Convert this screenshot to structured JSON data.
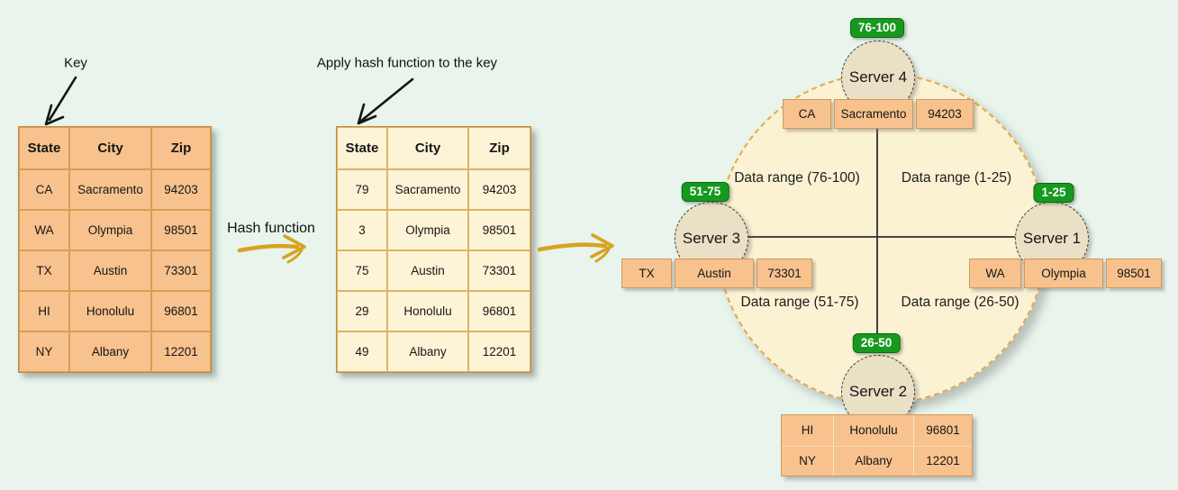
{
  "title_labels": {
    "key": "Key",
    "apply_hash": "Apply hash function to the key",
    "hash_function": "Hash function"
  },
  "key_table": {
    "headers": [
      "State",
      "City",
      "Zip"
    ],
    "rows": [
      [
        "CA",
        "Sacramento",
        "94203"
      ],
      [
        "WA",
        "Olympia",
        "98501"
      ],
      [
        "TX",
        "Austin",
        "73301"
      ],
      [
        "HI",
        "Honolulu",
        "96801"
      ],
      [
        "NY",
        "Albany",
        "12201"
      ]
    ]
  },
  "hashed_table": {
    "headers": [
      "State",
      "City",
      "Zip"
    ],
    "rows": [
      [
        "79",
        "Sacramento",
        "94203"
      ],
      [
        "3",
        "Olympia",
        "98501"
      ],
      [
        "75",
        "Austin",
        "73301"
      ],
      [
        "29",
        "Honolulu",
        "96801"
      ],
      [
        "49",
        "Albany",
        "12201"
      ]
    ]
  },
  "ring": {
    "quadrants": {
      "top_left": "Data range (76-100)",
      "top_right": "Data range (1-25)",
      "bottom_left": "Data range (51-75)",
      "bottom_right": "Data range (26-50)"
    },
    "server4": {
      "name": "Server 4",
      "range": "76-100",
      "record": [
        "CA",
        "Sacramento",
        "94203"
      ]
    },
    "server1": {
      "name": "Server 1",
      "range": "1-25",
      "record": [
        "WA",
        "Olympia",
        "98501"
      ]
    },
    "server3": {
      "name": "Server 3",
      "range": "51-75",
      "record": [
        "TX",
        "Austin",
        "73301"
      ]
    },
    "server2": {
      "name": "Server 2",
      "range": "26-50",
      "records": [
        [
          "HI",
          "Honolulu",
          "96801"
        ],
        [
          "NY",
          "Albany",
          "12201"
        ]
      ]
    }
  },
  "colors": {
    "background": "#e8f4ec",
    "table_orange": "#f7c28e",
    "table_cream": "#fdf3d6",
    "ring_fill": "#fbf2d3",
    "server_node_fill": "#eae0c5",
    "badge_green": "#17991f",
    "arrow_gold": "#d7a31f"
  }
}
